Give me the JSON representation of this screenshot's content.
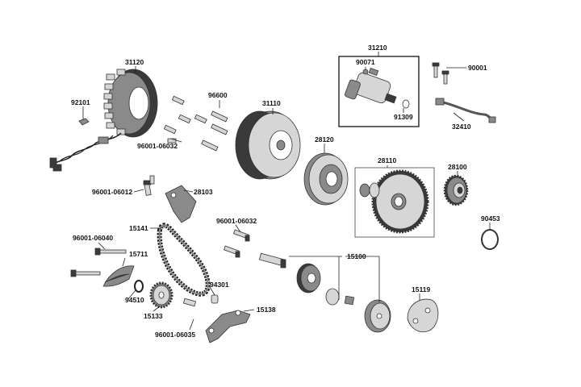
{
  "diagram": {
    "labels": {
      "p31120": "31120",
      "p92101": "92101",
      "p96600": "96600",
      "p96001_06032_top": "96001-06032",
      "p31110": "31110",
      "p31210": "31210",
      "p90071": "90071",
      "p91309": "91309",
      "p90001": "90001",
      "p32410": "32410",
      "p28120": "28120",
      "p28110": "28110",
      "p28100": "28100",
      "p90453": "90453",
      "p96001_06012": "96001-06012",
      "p28103": "28103",
      "p15141": "15141",
      "p96001_06032_mid": "96001-06032",
      "p96001_06040": "96001-06040",
      "p15711": "15711",
      "p15100": "15100",
      "p94301": "94301",
      "p15119": "15119",
      "p94510": "94510",
      "p15133": "15133",
      "p15138": "15138",
      "p96001_06035": "96001-06035"
    }
  }
}
